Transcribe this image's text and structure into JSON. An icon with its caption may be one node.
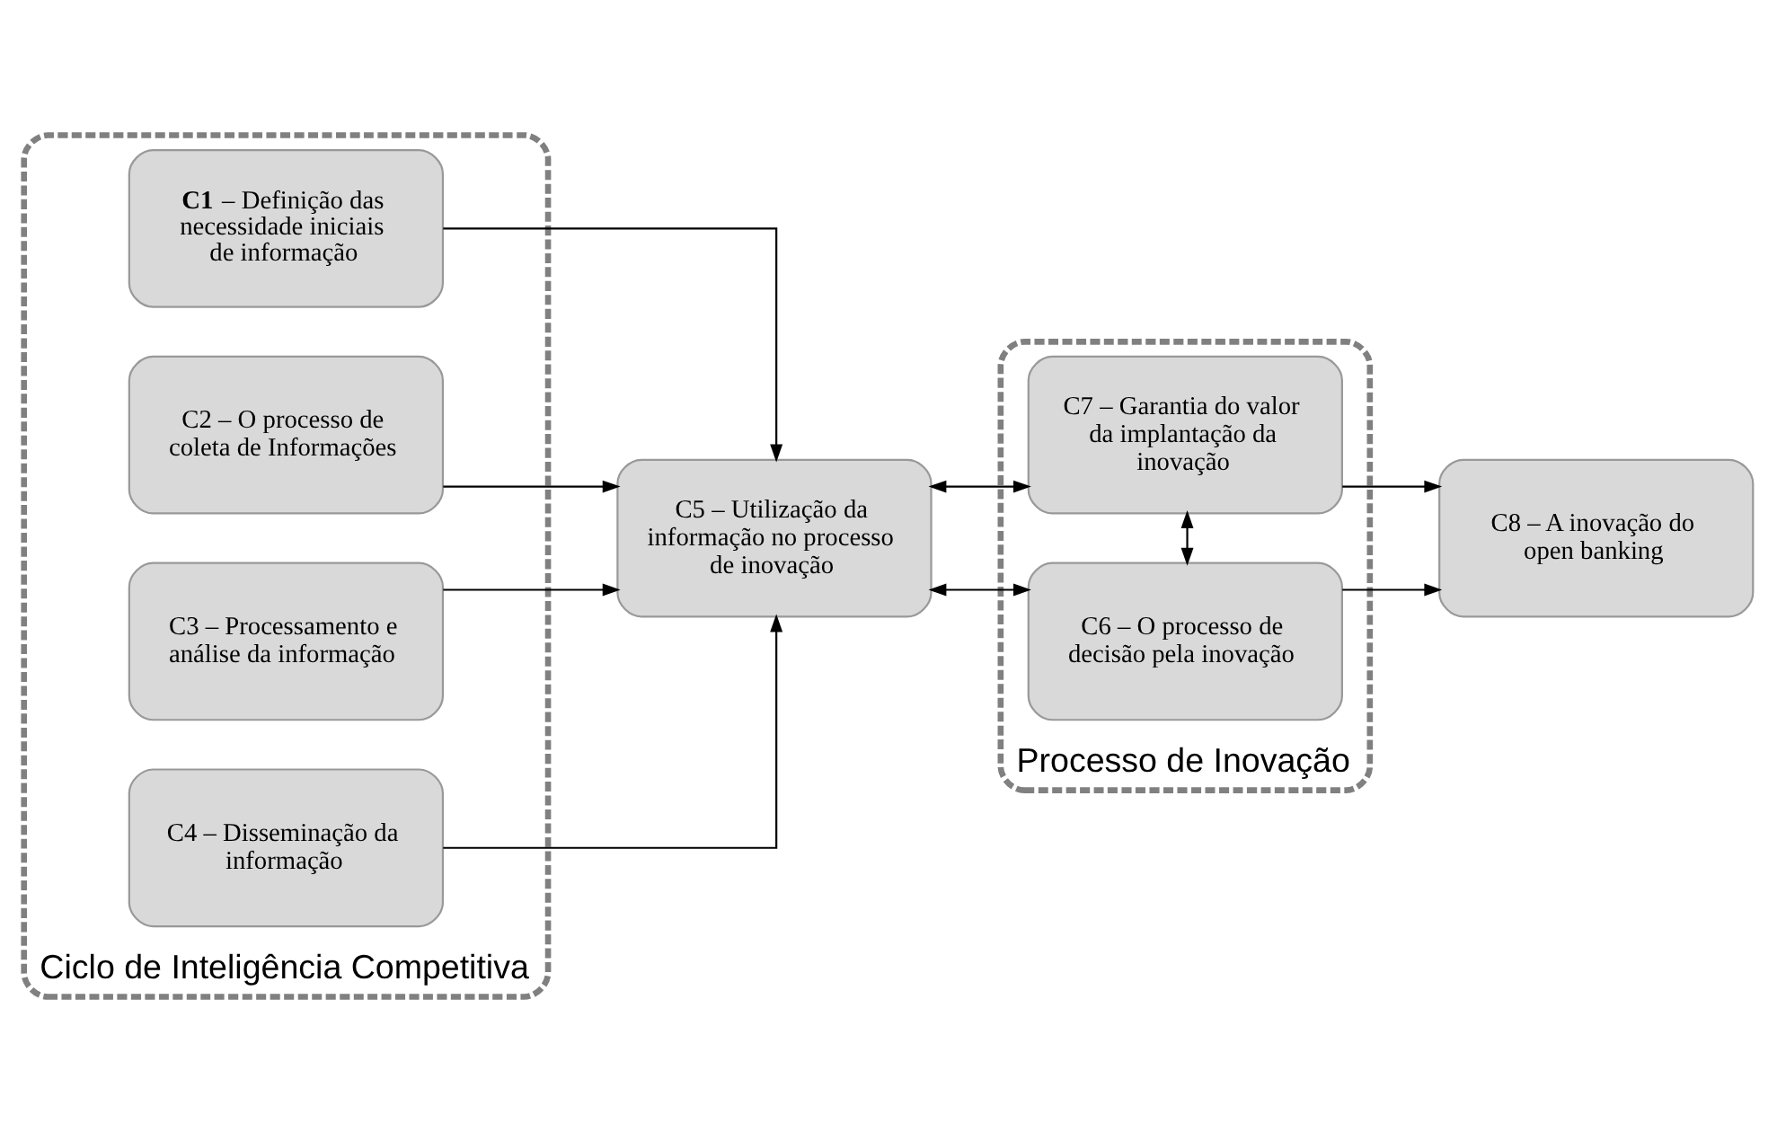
{
  "diagram": {
    "nodes": [
      {
        "text": [
          "Ciclo de Inteligência Competitiva"
        ]
      },
      {
        "text": [
          "**C1** – Definição das necessidade iniciais de informação"
        ],
        "in": 0
      },
      {
        "text": [
          "C2 – O processo de coleta de Informações"
        ],
        "in": 0
      },
      {
        "text": [
          "C3 – Processamento e análise da informação"
        ],
        "in": 0
      },
      {
        "text": [
          "C4 – Disseminação da informação"
        ],
        "in": 0
      },
      {
        "text": [
          "C5 – Utilização da informação no processo de inovação"
        ]
      },
      {
        "text": [
          "Processo de Inovação"
        ]
      },
      {
        "text": [
          "C6 – O processo de decisão pela inovação"
        ],
        "in": 6
      },
      {
        "text": [
          "C7 – Garantia do valor da implantação da inovação"
        ],
        "in": 6
      },
      {
        "text": [
          "C8 – A inovação do open banking"
        ]
      }
    ],
    "edges": [
      {
        "from": 1,
        "to": 5,
        "arrow": "to"
      },
      {
        "from": 2,
        "to": 5,
        "arrow": "to"
      },
      {
        "from": 3,
        "to": 5,
        "arrow": "to"
      },
      {
        "from": 4,
        "to": 5,
        "arrow": "to"
      },
      {
        "from": 5,
        "to": 7,
        "arrow": "both"
      },
      {
        "from": 7,
        "to": 8,
        "arrow": "both"
      },
      {
        "from": 5,
        "to": 8,
        "arrow": "both"
      },
      {
        "from": 7,
        "to": 9,
        "arrow": "to"
      },
      {
        "from": 8,
        "to": 9,
        "arrow": "to"
      }
    ]
  }
}
